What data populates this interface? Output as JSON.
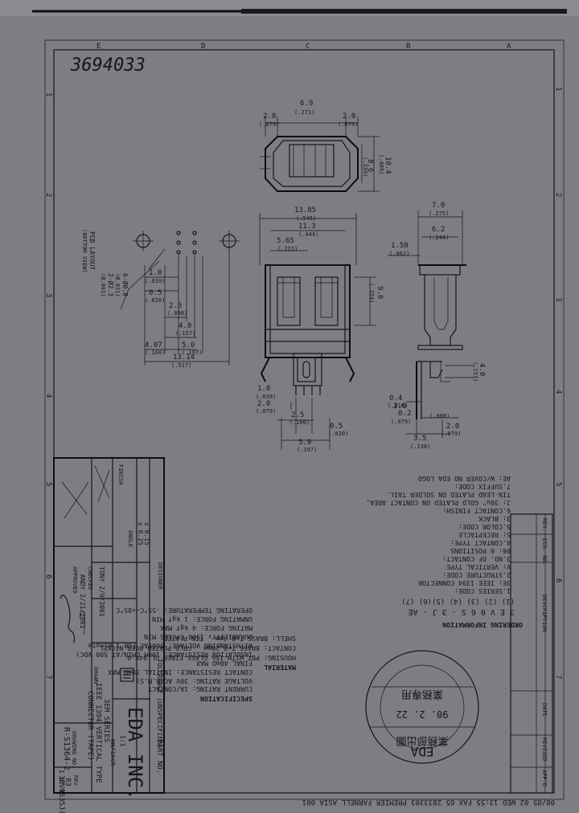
{
  "handwritten_number": "3694033",
  "grid": {
    "top_letters": [
      "E",
      "D",
      "C",
      "B",
      "A"
    ],
    "right_numbers": [
      "1",
      "2",
      "3",
      "4",
      "5",
      "6",
      "7"
    ],
    "left_numbers": [
      "1",
      "2",
      "3",
      "4",
      "5",
      "6",
      "7"
    ]
  },
  "dims_top": {
    "w_center": "6.9",
    "w_center_in": "(.271)",
    "w_left": "2.0",
    "w_left_in": "(.079)",
    "w_right": "2.0",
    "w_right_in": "(.079)",
    "h_outer": "10.4",
    "h_outer_in": "(.409)",
    "h_inner": "8.6",
    "h_inner_in": "(.339)"
  },
  "dims_front": {
    "total": "13.85",
    "total_in": "(.545)",
    "inner": "11.3",
    "inner_in": "(.444)",
    "half": "5.65",
    "half_in": "(.222)",
    "height": "9.0",
    "height_in": "(.354)",
    "pin_a": "1.0",
    "pin_a_in": "(.039)",
    "pin_b": "2.0",
    "pin_b_in": "(.079)",
    "pin_c": "2.5",
    "pin_c_in": "(.100)",
    "pin_d": "0.5",
    "pin_d_in": "(.020)",
    "pin_e": "5.0",
    "pin_e_in": "(.197)"
  },
  "dims_side": {
    "width": "7.0",
    "width_in": "(.275)",
    "inner": "6.2",
    "inner_in": "(.244)",
    "offset": "1.58",
    "offset_in": "(.062)",
    "height": "4.0",
    "height_in": "(.157)",
    "foot": "0.4",
    "foot_in": "(.016)",
    "foot2": "2.0",
    "foot2_in": "(.079)",
    "foot3": "0.2",
    "foot3_in": "(.008)",
    "post": "2.0",
    "post_in": "(.079)",
    "base": "3.5",
    "base_in": "(.138)"
  },
  "dims_layout": {
    "label": "PCB LAYOUT",
    "sublabel": "(BOTTOM VIEW)",
    "hole": "6-Ø0.8",
    "hole_in": "(Ø.031)",
    "hole2": "2-Ø2.3",
    "hole2_in": "(Ø.091)",
    "d1": "1.0",
    "d1_in": "(.039)",
    "d2": "0.5",
    "d2_in": "(.020)",
    "d3": "2.5",
    "d3_in": "(.098)",
    "d4": "4.0",
    "d4_in": "(.157)",
    "d5": "4.07",
    "d5_in": "(.160)",
    "d6": "5.0",
    "d6_in": "(.197)",
    "d7": "13.14",
    "d7_in": "(.517)"
  },
  "ordering": {
    "title": "ORDERING INFORMATION",
    "code": "3 E V 0 6 S - 3 J - AE",
    "code_idx": "(1) (2) (3) (4)  (5)(6)  (7)",
    "lines": [
      "1.SERIES CODE:",
      "  3E: IEEE 1394 CONNECTOR",
      "2.STRUCTURE CODE:",
      "  V: VERTICAL TYPE",
      "3.NO. OF CONTACT:",
      "  06: 6 POSITIONS",
      "4.CONTACT TYPE:",
      "  S: RECEPTACLE",
      "5.COLOR CODE:",
      "  3: BLACK",
      "6.CONTACT FINISH:",
      "  J: 30u\" GOLD PLATED ON CONTACT AREA,",
      "     TIN-LEAD PLATED ON SOLDER TAIL.",
      "7.SUFFIX CODE:",
      "  AE: W/COVER NO EDA LOGO"
    ]
  },
  "material": {
    "title": "MATERIAL",
    "lines": [
      "HOUSING: PBT WITH 15% GLASS FIBER UL 94V-0",
      "CONTACT: BRASS T=0.20mm , GOLD PLATED OVER NICKEL",
      "SHELL: BRASS T=0.4mm , TIN PLATED"
    ]
  },
  "spec": {
    "title": "SPECIFICATION",
    "lines": [
      "CURRENT RATING: 1A/CONTACT",
      "VOLTAGE RATING: 30V AC(R.M.S)",
      "CONTACT RESISTANCE: INITIAL 30mΩ MAX",
      "                   FINAL   40mΩ MAX",
      "INSULATION RESISTANCE: 100M ΩMIN/AT 500 VDC)",
      "WITHSTANDING VOLTAGE: 500VAC FOR 1 minute",
      "DURABILITY: 1500 CYCLES MIN",
      "MATING FORCE: 4 kgf MAX",
      "UNMATING FORCE: 1 kgf MIN",
      "OPERATING TEMPERATURE: -55°C~+85°C"
    ]
  },
  "title_block": {
    "company": "EDA INC.",
    "series": "3EM SERIES",
    "desc1": "IEEE 1394 VERTICAL TYPE",
    "desc2": "CONNECTOR (TAPE)",
    "tolerance_label": "TOLERANCE (UNSPECIFIED)",
    "tol1": "± 0.15",
    "tol2": "± 0.25",
    "angle": "ANGLE",
    "finish": "FINISH",
    "scale": "1:1",
    "unit": "mm/inch",
    "drawn_label": "DRAWN",
    "drawn_value": "TONY 2/9/2001",
    "designer_label": "DESIGNER",
    "checked_label": "CHECKED",
    "checked_value": "ANDY 2/21/2001",
    "approved_label": "APPROVED",
    "drawing_no_label": "DRAWING NO.",
    "drawing_no": "R-S1364-2",
    "rev_label": "REV",
    "rev_value": "03",
    "part_label": "PART NO.",
    "part_no": "3EV0635J(AE)",
    "sheet": "1 of 1"
  },
  "revision": {
    "rev_label": "REV.",
    "eco_label": "ECO. NO.",
    "description_label": "DESCRIPTION",
    "date_label": "DATE",
    "revised_label": "REVISED",
    "approved_label": "APP'D"
  },
  "stamp": {
    "top": "EDA",
    "line1": "業務部出圖",
    "date": "90. 2. 22",
    "line2": "業務專用"
  },
  "fax_header": "08/05 02  WED 13:55 FAX 65 2833303          PREMIER FARNELL ASIA          001"
}
